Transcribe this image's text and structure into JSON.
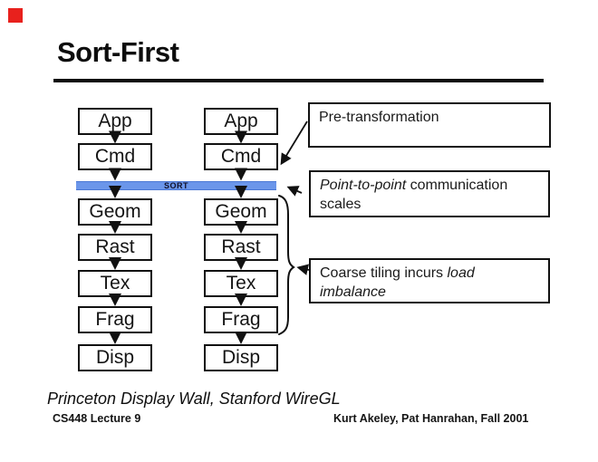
{
  "slide": {
    "title": "Sort-First",
    "caption": "Princeton Display Wall, Stanford WireGL",
    "footer_left": "CS448 Lecture 9",
    "footer_right": "Kurt Akeley, Pat Hanrahan, Fall 2001"
  },
  "colors": {
    "corner_marker_red": "#e8211d",
    "sort_bar_blue": "#6b96ea",
    "ink_black": "#111111"
  },
  "pipeline": {
    "columns": 2,
    "stages": [
      "App",
      "Cmd",
      "Geom",
      "Rast",
      "Tex",
      "Frag",
      "Disp"
    ],
    "sort_label": "SORT"
  },
  "annotations": {
    "pre_transform": {
      "text": "Pre-transformation"
    },
    "point_to_point": {
      "italic": "Point-to-point",
      "rest": " communication scales"
    },
    "coarse_tiling": {
      "lead": "Coarse tiling incurs ",
      "italic": "load imbalance"
    }
  }
}
